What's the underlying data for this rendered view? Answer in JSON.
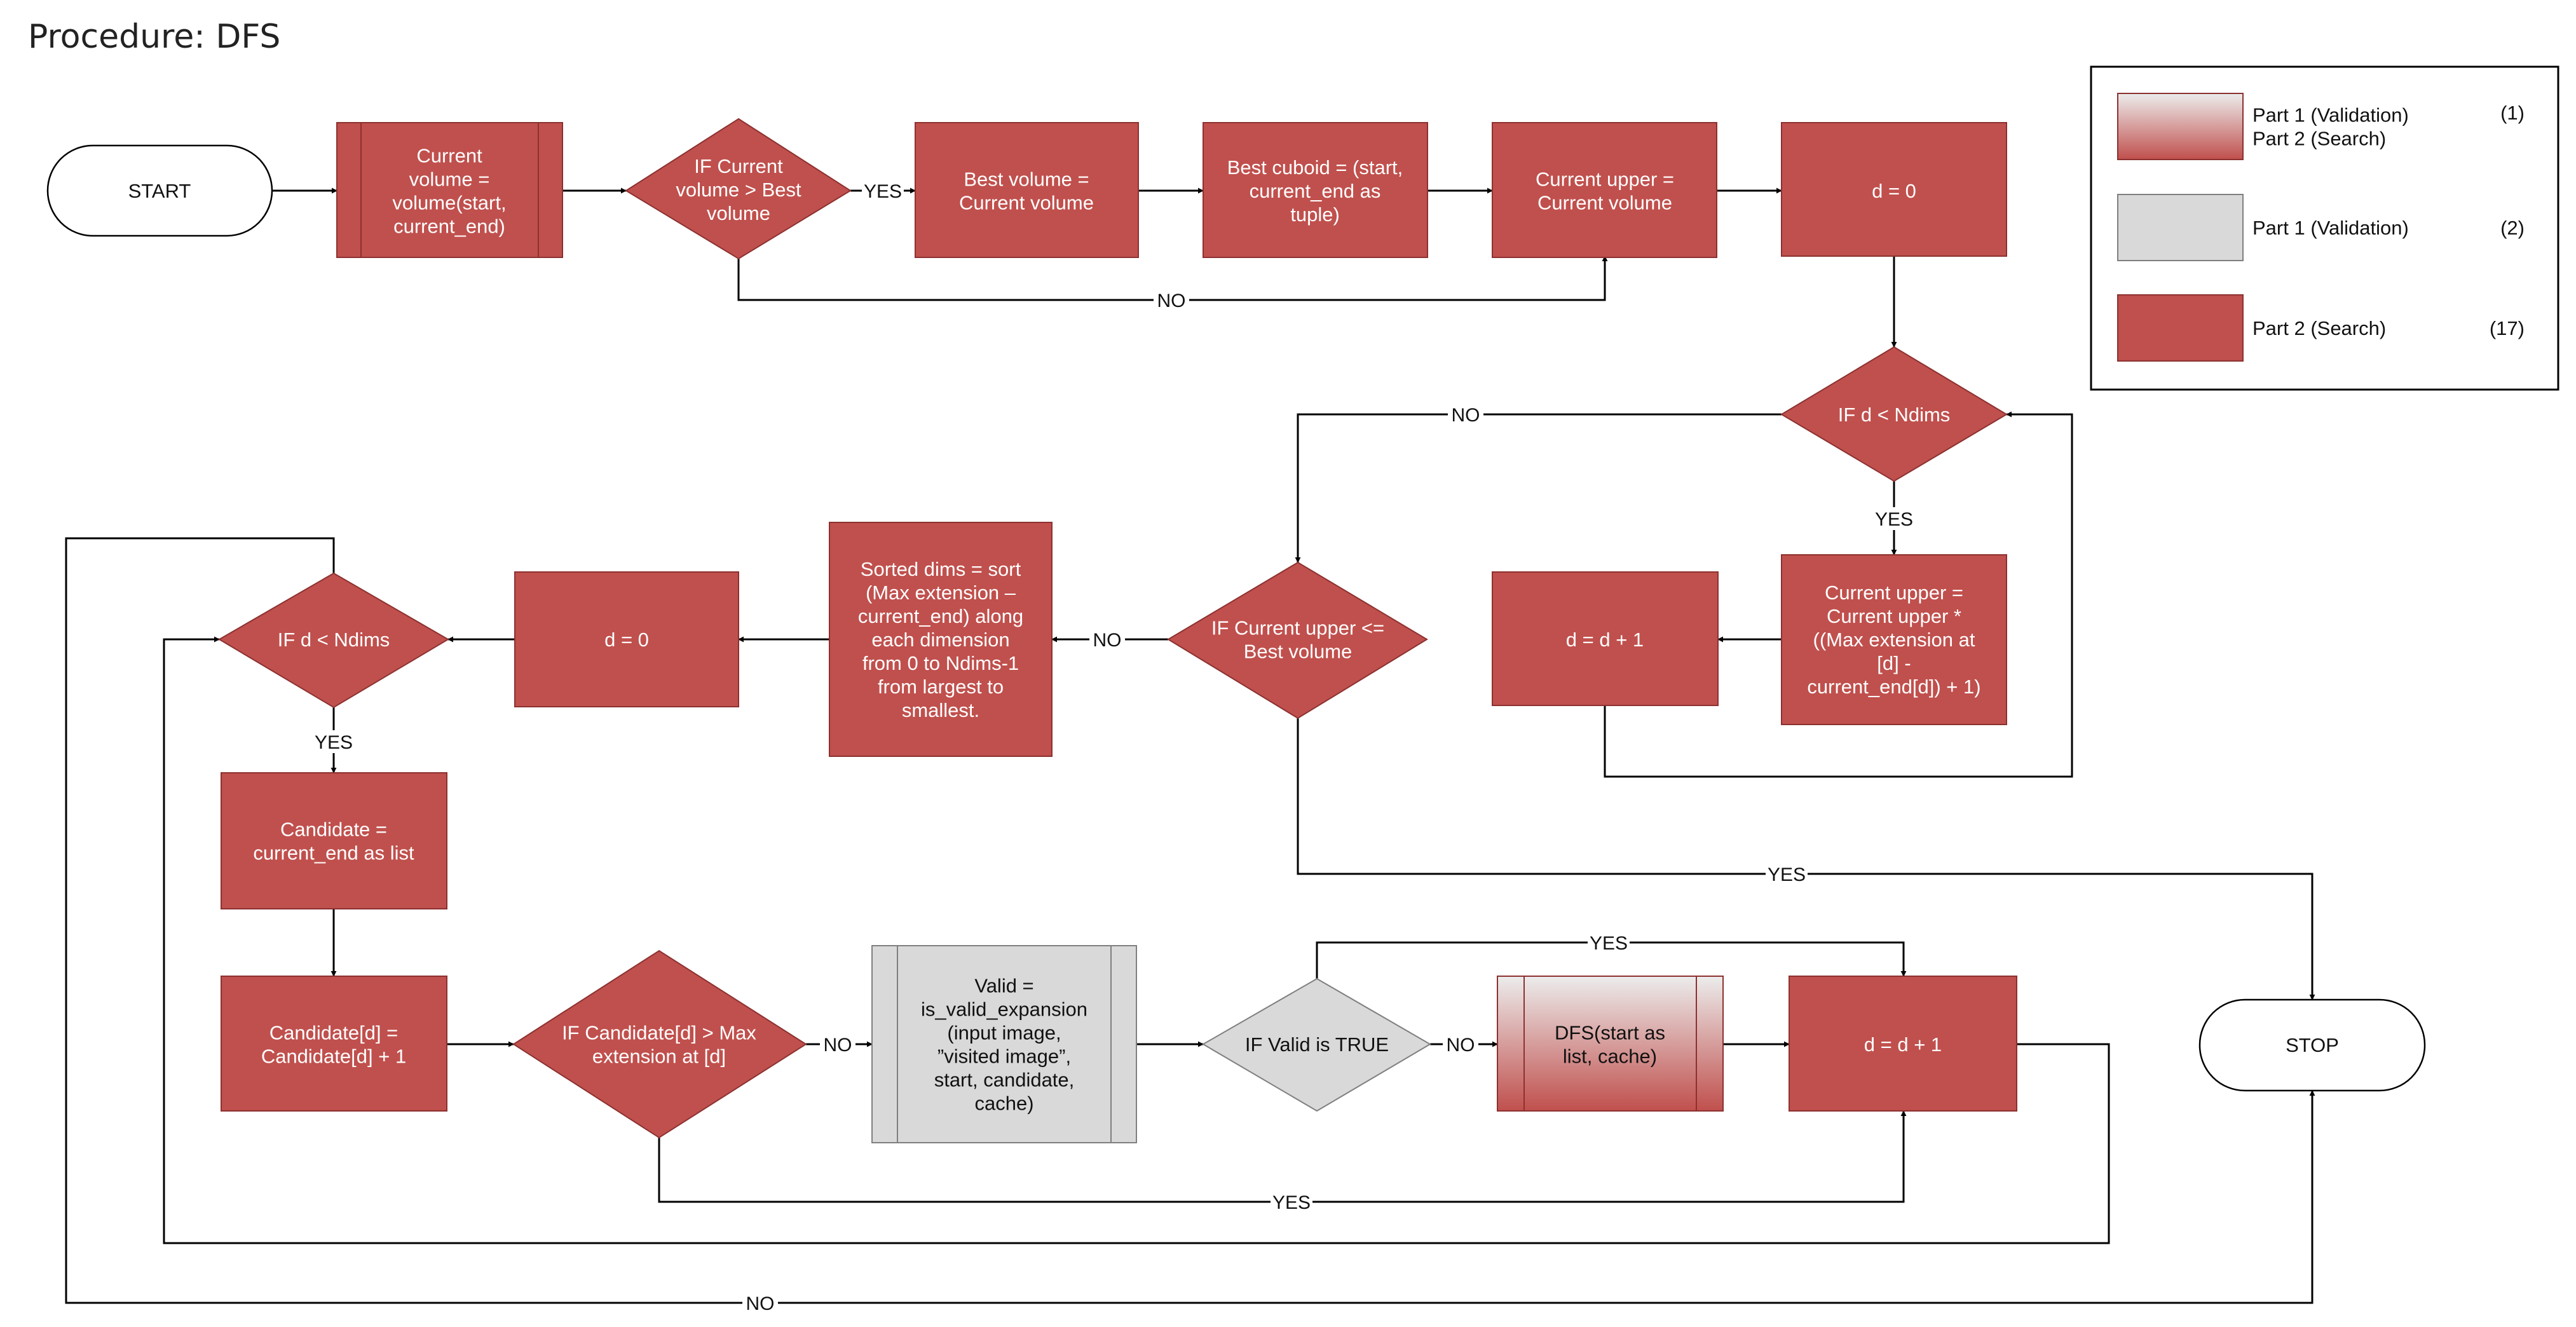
{
  "title": "Procedure: DFS",
  "colors": {
    "red": "#c0504d",
    "red_border": "#8c3130",
    "gray": "#d9d9d9",
    "gray_border": "#7f7f7f",
    "line": "#000000"
  },
  "legend": {
    "items": [
      {
        "lines": [
          "Part 1 (Validation)",
          "Part 2 (Search)"
        ],
        "count": "(1)",
        "style": "grad"
      },
      {
        "lines": [
          "Part 1 (Validation)"
        ],
        "count": "(2)",
        "style": "gray"
      },
      {
        "lines": [
          "Part 2 (Search)"
        ],
        "count": "(17)",
        "style": "red"
      }
    ]
  },
  "nodes": {
    "start": {
      "lines": [
        "START"
      ]
    },
    "stop": {
      "lines": [
        "STOP"
      ]
    },
    "cur_vol": {
      "lines": [
        "Current",
        "volume =",
        "volume(start,",
        "current_end)"
      ]
    },
    "if_cur_vol": {
      "lines": [
        "IF Current",
        "volume > Best",
        "volume"
      ]
    },
    "best_vol": {
      "lines": [
        "Best volume =",
        "Current volume"
      ]
    },
    "best_cuboid": {
      "lines": [
        "Best cuboid = (start,",
        "current_end as",
        "tuple)"
      ]
    },
    "cur_upper": {
      "lines": [
        "Current upper =",
        "Current volume"
      ]
    },
    "d0_top": {
      "lines": [
        "d = 0"
      ]
    },
    "if_d_top": {
      "lines": [
        "IF d < Ndims"
      ]
    },
    "cur_upper_mul": {
      "lines": [
        "Current upper =",
        "Current upper *",
        "((Max extension at",
        "[d] -",
        "current_end[d]) + 1)"
      ]
    },
    "d_inc_mid": {
      "lines": [
        "d = d + 1"
      ]
    },
    "if_upper": {
      "lines": [
        "IF Current upper <=",
        "Best volume"
      ]
    },
    "sorted_dims": {
      "lines": [
        "Sorted dims = sort",
        "(Max extension –",
        "current_end) along",
        "each dimension",
        "from 0 to Ndims-1",
        "from largest to",
        "smallest."
      ]
    },
    "d0_left": {
      "lines": [
        "d = 0"
      ]
    },
    "if_d_left": {
      "lines": [
        "IF d < Ndims"
      ]
    },
    "candidate": {
      "lines": [
        "Candidate =",
        "current_end as list"
      ]
    },
    "cand_inc": {
      "lines": [
        "Candidate[d] =",
        "Candidate[d] + 1"
      ]
    },
    "if_cand": {
      "lines": [
        "IF Candidate[d] > Max",
        "extension at [d]"
      ]
    },
    "valid": {
      "lines": [
        "Valid =",
        "is_valid_expansion",
        "(input image,",
        "”visited image”,",
        "start, candidate,",
        "cache)"
      ]
    },
    "if_valid": {
      "lines": [
        "IF Valid is TRUE"
      ]
    },
    "dfs_call": {
      "lines": [
        "DFS(start as",
        "list, cache)"
      ]
    },
    "d_inc_bottom": {
      "lines": [
        "d = d + 1"
      ]
    }
  },
  "edge_labels": {
    "yes": "YES",
    "no": "NO"
  }
}
